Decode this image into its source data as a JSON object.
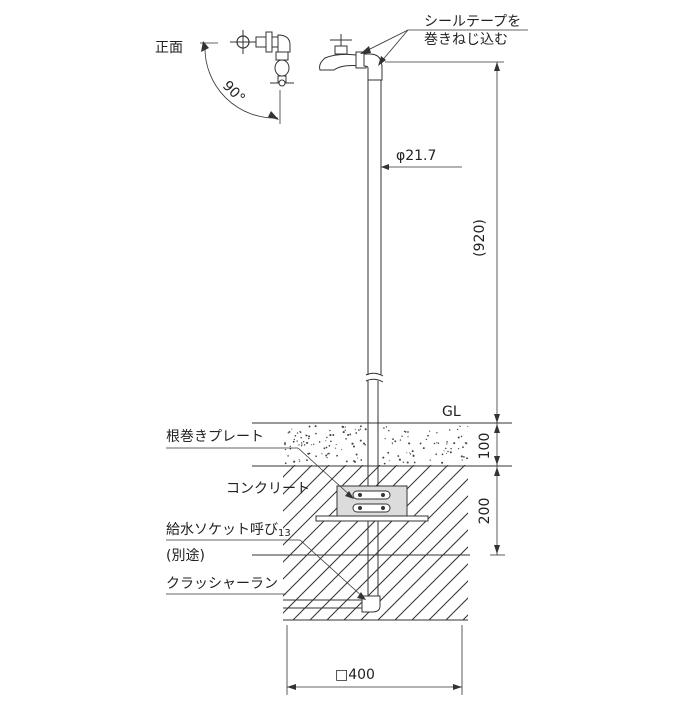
{
  "labels": {
    "front": "正面",
    "angle": "90°",
    "seal_tape_line1": "シールテープを",
    "seal_tape_line2": "巻きねじ込む",
    "pipe_diameter": "φ21.7",
    "height_total": "(920)",
    "ground_level": "GL",
    "dim_top_layer": "100",
    "dim_bottom_layer": "200",
    "root_plate": "根巻きプレート",
    "concrete": "コンクリート",
    "socket_main": "給水ソケット呼び",
    "socket_size": "13",
    "socket_note": "(別途)",
    "crusher_run": "クラッシャーラン",
    "base_width": "□400"
  }
}
